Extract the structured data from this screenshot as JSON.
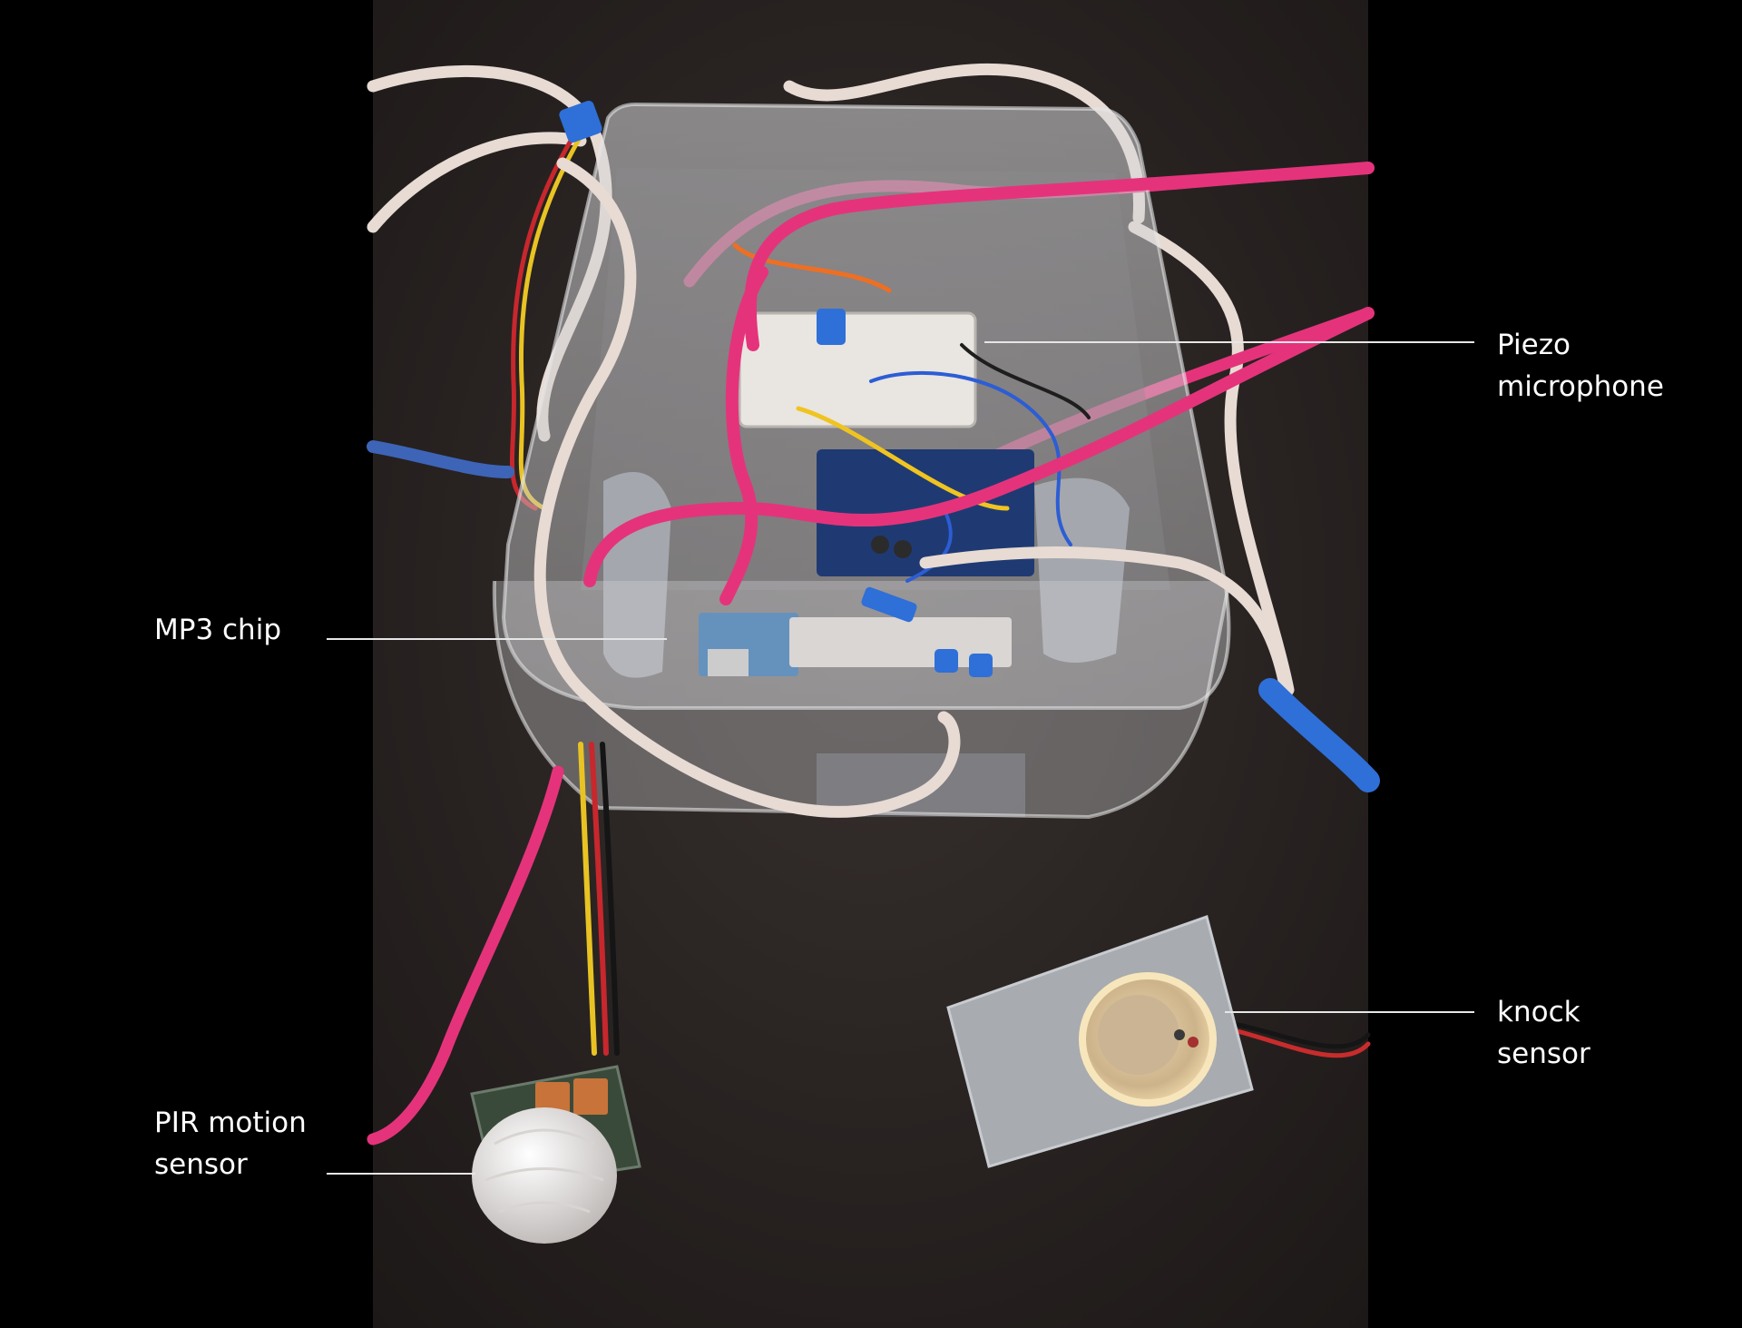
{
  "labels": {
    "piezo_microphone": "Piezo\nmicrophone",
    "mp3_chip": "MP3 chip",
    "knock_sensor": "knock\nsensor",
    "pir_motion_sensor": "PIR motion\nsensor"
  },
  "colors": {
    "background": "#000000",
    "photo_background": "#2a2524",
    "label_text": "#ffffff",
    "leader_line": "#e6e6e6",
    "pink_wire": "#e8327a",
    "white_wire": "#e9dcd4",
    "blue_tape": "#2f6fd8"
  }
}
